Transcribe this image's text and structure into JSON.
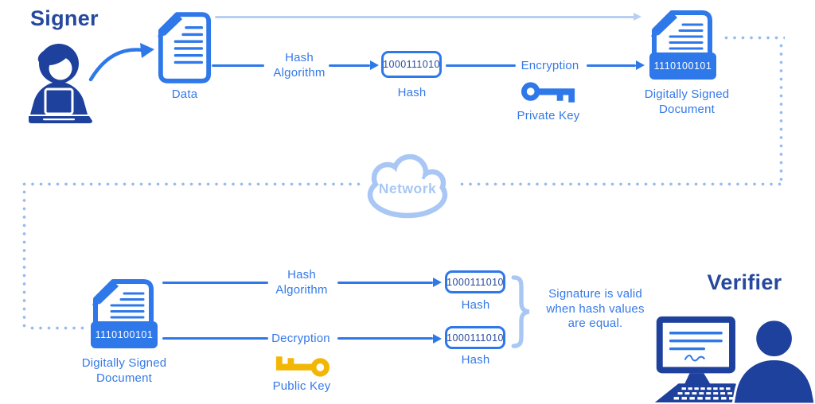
{
  "titles": {
    "signer": "Signer",
    "verifier": "Verifier"
  },
  "network_label": "Network",
  "top": {
    "data_label": "Data",
    "hash_algorithm_label": "Hash Algorithm",
    "hash_value": "1000111010",
    "hash_label": "Hash",
    "encryption_label": "Encryption",
    "private_key_label": "Private Key",
    "signed_doc_value": "1110100101",
    "signed_doc_label": "Digitally Signed Document"
  },
  "bottom": {
    "signed_doc_value": "1110100101",
    "signed_doc_label": "Digitally Signed Document",
    "hash_algorithm_label": "Hash Algorithm",
    "decryption_label": "Decryption",
    "public_key_label": "Public Key",
    "hash1_value": "1000111010",
    "hash1_label": "Hash",
    "hash2_value": "1000111010",
    "hash2_label": "Hash",
    "conclusion": "Signature is valid when hash values are equal."
  },
  "icons": {
    "signer_person": "woman-at-laptop-icon",
    "data_document": "document-pencil-icon",
    "signed_document": "signed-document-binary-icon",
    "private_key": "key-icon-blue",
    "public_key": "key-icon-yellow",
    "network_cloud": "cloud-icon",
    "verifier_person": "man-at-monitor-icon"
  },
  "colors": {
    "primary_blue": "#2e78ea",
    "label_blue": "#3579e8",
    "dark_navy": "#1e419d",
    "light_blue": "#a9c7f5",
    "dotted_blue": "#97bbf0",
    "key_yellow": "#f2b705",
    "binary_navy": "#27499e"
  }
}
